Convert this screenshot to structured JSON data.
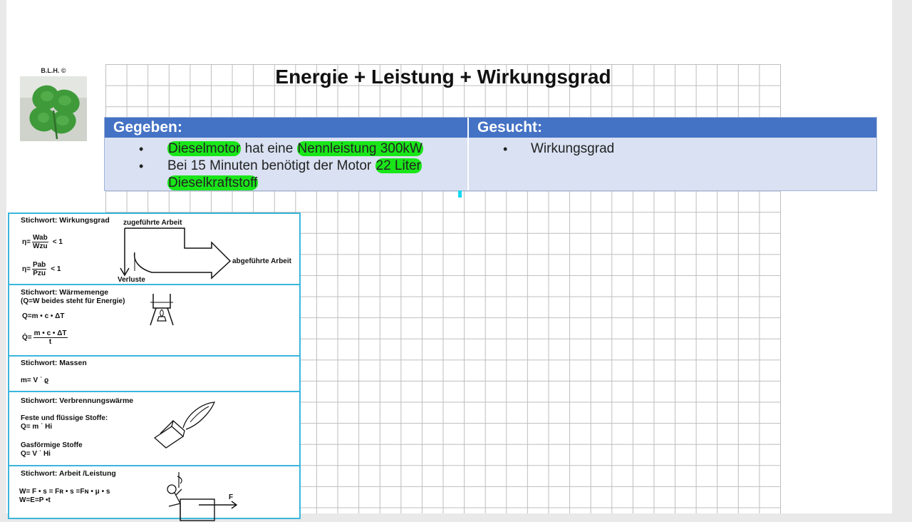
{
  "logo": {
    "caption": "B.L.H. ©",
    "icon": "four-leaf-clover"
  },
  "title": "Energie + Leistung + Wirkungsgrad",
  "given": {
    "heading": "Gegeben:",
    "items": [
      {
        "parts": [
          {
            "text": "Dieselmotor",
            "hl": true
          },
          {
            "text": " hat eine ",
            "hl": false
          },
          {
            "text": "Nennleistung 300kW",
            "hl": true
          }
        ]
      },
      {
        "parts": [
          {
            "text": "Bei 15 Minuten benötigt der Motor ",
            "hl": false
          },
          {
            "text": "22 Liter",
            "hl": true
          },
          {
            "text": " ",
            "hl": false
          },
          {
            "text": "Dieselkraftstoff",
            "hl": true
          }
        ]
      }
    ]
  },
  "wanted": {
    "heading": "Gesucht:",
    "items": [
      "Wirkungsgrad"
    ]
  },
  "highlight_color": "#19e619",
  "accent_color": "#4472c4",
  "formula_sheet": {
    "efficiency": {
      "title": "Stichwort: Wirkungsgrad",
      "f1": {
        "lhs": "η=",
        "num": "Wab",
        "den": "Wzu",
        "rhs": "< 1"
      },
      "f2": {
        "lhs": "η=",
        "num": "Pab",
        "den": "Pzu",
        "rhs": "< 1"
      },
      "label_in": "zugeführte Arbeit",
      "label_out": "abgeführte Arbeit",
      "label_loss": "Verluste"
    },
    "heat": {
      "title": "Stichwort: Wärmemenge",
      "subtitle": "(Q=W beides steht für Energie)",
      "f1": "Q=m • c • ΔT",
      "f2": {
        "lhs": "Q̇=",
        "num": "m • c • ΔT",
        "den": "t"
      }
    },
    "mass": {
      "title": "Stichwort: Massen",
      "f1": "m= V ˙ ϱ"
    },
    "combustion": {
      "title": "Stichwort: Verbrennungswärme",
      "solid_label": "Feste und flüssige Stoffe:",
      "solid_formula": "Q= m ˙ Hi",
      "gas_label": "Gasförmige Stoffe",
      "gas_formula": "Q= V ˙ Hi"
    },
    "work": {
      "title": "Stichwort: Arbeit /Leistung",
      "f1": "W= F • s = Fʀ • s =Fɴ •  μ  • s",
      "f2": "W=E=P •t",
      "force_label": "F"
    }
  }
}
